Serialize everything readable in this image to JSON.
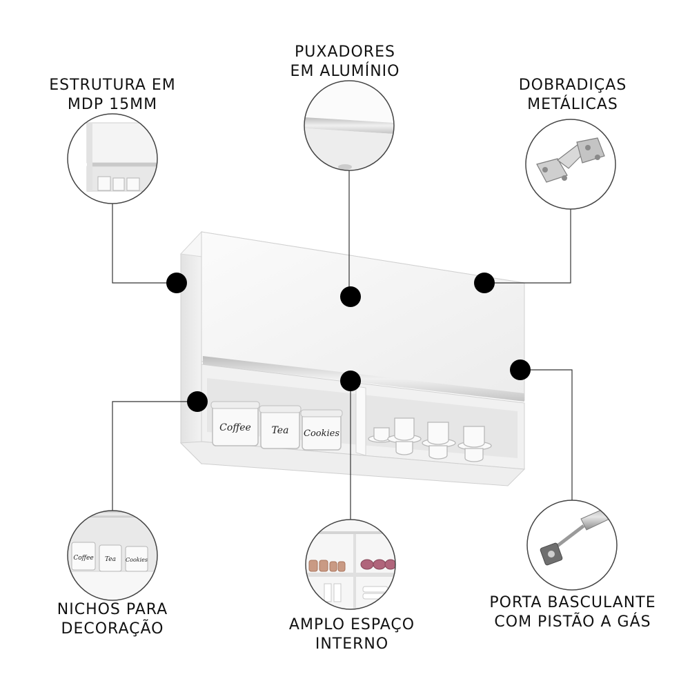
{
  "colors": {
    "ink": "#111111",
    "connector": "#333333",
    "cabinet_white": "#f4f4f4",
    "cabinet_shadow": "#d8d8d8"
  },
  "callouts": [
    {
      "id": "estrutura",
      "lines": [
        "ESTRUTURA EM",
        "MDP 15MM"
      ]
    },
    {
      "id": "puxadores",
      "lines": [
        "PUXADORES",
        "EM ALUMÍNIO"
      ]
    },
    {
      "id": "dobradicas",
      "lines": [
        "DOBRADIÇAS",
        "METÁLICAS"
      ]
    },
    {
      "id": "nichos",
      "lines": [
        "NICHOS PARA",
        "DECORAÇÃO"
      ]
    },
    {
      "id": "amplo",
      "lines": [
        "AMPLO ESPAÇO",
        "INTERNO"
      ]
    },
    {
      "id": "porta",
      "lines": [
        "PORTA BASCULANTE",
        "COM PISTÃO A GÁS"
      ]
    }
  ],
  "canisters": [
    "Coffee",
    "Tea",
    "Cookies"
  ]
}
